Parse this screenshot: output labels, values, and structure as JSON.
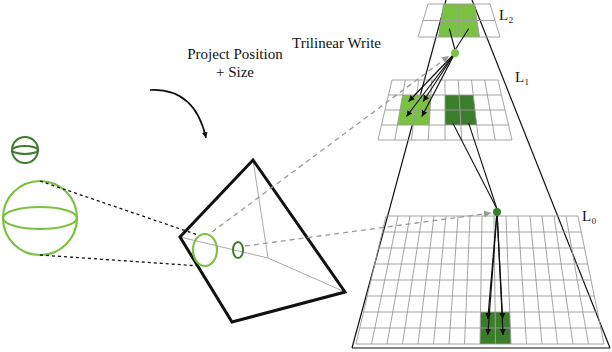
{
  "diagram": {
    "labels": [
      "Project Position + Size",
      "Trilinear Write",
      "L₂",
      "L₁",
      "L₀"
    ]
  }
}
